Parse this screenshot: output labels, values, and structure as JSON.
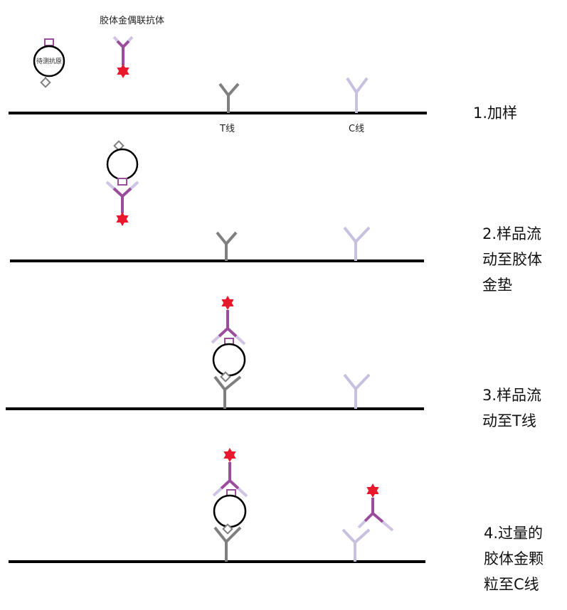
{
  "labels": {
    "conjugate": "胶体金偶联抗体",
    "antigen": "待测抗原",
    "t_line": "T线",
    "c_line": "C线"
  },
  "steps": [
    {
      "lines": [
        "1.加样"
      ]
    },
    {
      "lines": [
        "2.样品流",
        "动至胶体",
        "金垫"
      ]
    },
    {
      "lines": [
        "3.样品流",
        "动至T线"
      ]
    },
    {
      "lines": [
        "4.过量的",
        "胶体金颗",
        "粒至C线"
      ]
    }
  ],
  "colors": {
    "line": "#000000",
    "t_antibody": "#7f7f7f",
    "c_antibody": "#c8c0df",
    "conjugate_stem": "#9b4c9c",
    "conjugate_arm_tip": "#cfc4e3",
    "gold_particle": "#e8192c",
    "antigen_box": "#9b4c9c",
    "antigen_diamond": "#7f7f7f"
  }
}
